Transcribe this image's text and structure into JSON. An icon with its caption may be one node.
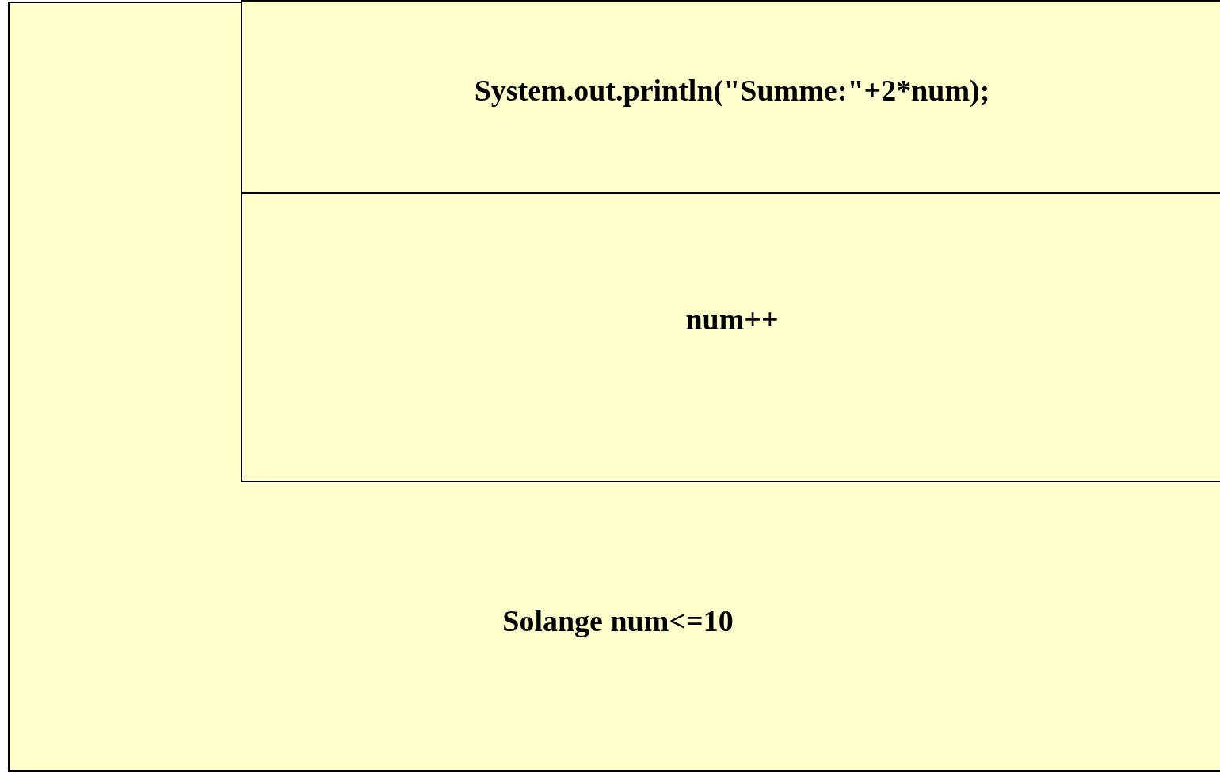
{
  "diagram": {
    "nodes": [
      {
        "text": [
          "Solange num<=10"
        ]
      },
      {
        "text": [
          "System.out.println(\"Summe:\"+2*num);"
        ],
        "in": 0
      },
      {
        "text": [
          "num++"
        ],
        "in": 0
      }
    ]
  }
}
